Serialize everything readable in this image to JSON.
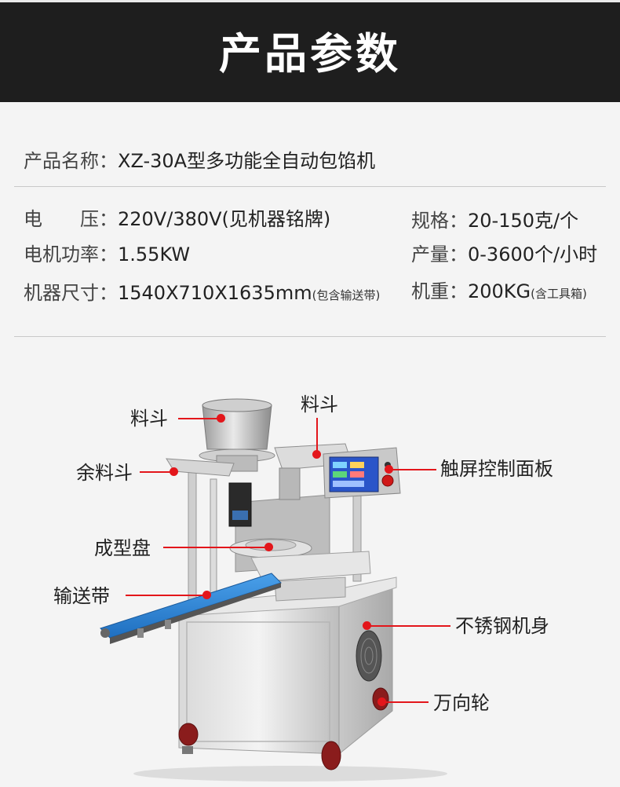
{
  "header": {
    "title": "产品参数"
  },
  "specs": {
    "name_label": "产品名称：",
    "name_value": "XZ-30A型多功能全自动包馅机",
    "voltage_label_1": "电",
    "voltage_label_2": "压：",
    "voltage_value": "220V/380V(见机器铭牌)",
    "power_label": "电机功率：",
    "power_value": "1.55KW",
    "size_label": "机器尺寸：",
    "size_value": "1540X710X1635mm",
    "size_note": "(包含输送带)",
    "spec_label": "规格：",
    "spec_value": "20-150克/个",
    "output_label": "产量：",
    "output_value": "0-3600个/小时",
    "weight_label": "机重：",
    "weight_value": "200KG",
    "weight_note": "(含工具箱)"
  },
  "callouts": {
    "hopper_left": "料斗",
    "hopper_top": "料斗",
    "residue_hopper": "余料斗",
    "forming_plate": "成型盘",
    "conveyor": "输送带",
    "touch_panel": "触屏控制面板",
    "steel_body": "不锈钢机身",
    "casters": "万向轮"
  },
  "colors": {
    "accent": "#e3161b",
    "header_bg": "#1e1e1e",
    "screen": "#2a55c9",
    "belt": "#2f86d6"
  }
}
